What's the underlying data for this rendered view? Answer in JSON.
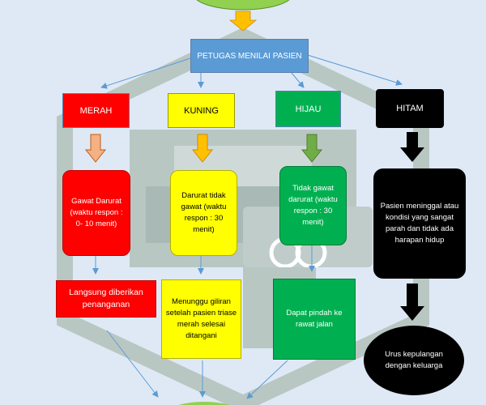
{
  "header": "PETUGAS MENILAI PASIEN",
  "colors": {
    "background": "#dfe9f5",
    "header_fill": "#5b9bd5",
    "red": "#ff0000",
    "yellow": "#ffff00",
    "green": "#00b050",
    "black": "#000000",
    "start_oval": "#92d050",
    "arrow_orange": "#f4b183",
    "arrow_gold": "#ffc000",
    "arrow_green": "#70ad47",
    "connector_blue": "#5b9bd5"
  },
  "categories": [
    {
      "label": "MERAH",
      "description": "Gawat Darurat (waktu respon : 0- 10 menit)",
      "action": "Langsung diberikan penanganan"
    },
    {
      "label": "KUNING",
      "description": "Darurat tidak gawat (waktu respon : 30 menit)",
      "action": "Menunggu giliran setelah pasien triase merah selesai ditangani"
    },
    {
      "label": "HIJAU",
      "description": "Tidak gawat darurat (waktu respon : 30 menit)",
      "action": "Dapat pindah ke rawat jalan"
    },
    {
      "label": "HITAM",
      "description": "Pasien meninggal atau kondisi yang sangat parah dan tidak ada harapan hidup",
      "action": "Urus kepulangan dengan keluarga"
    }
  ]
}
